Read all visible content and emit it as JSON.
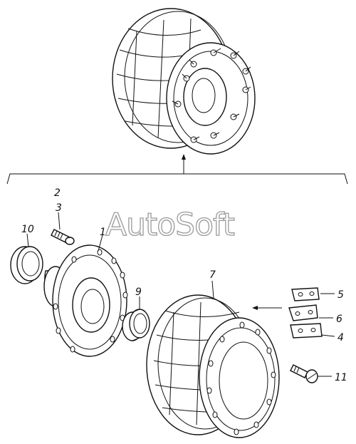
{
  "watermark": "AutoSoft",
  "callouts": {
    "c1": "1",
    "c2": "2",
    "c3": "3",
    "c4": "4",
    "c5": "5",
    "c6": "6",
    "c7": "7",
    "c9": "9",
    "c10": "10",
    "c11": "11"
  }
}
